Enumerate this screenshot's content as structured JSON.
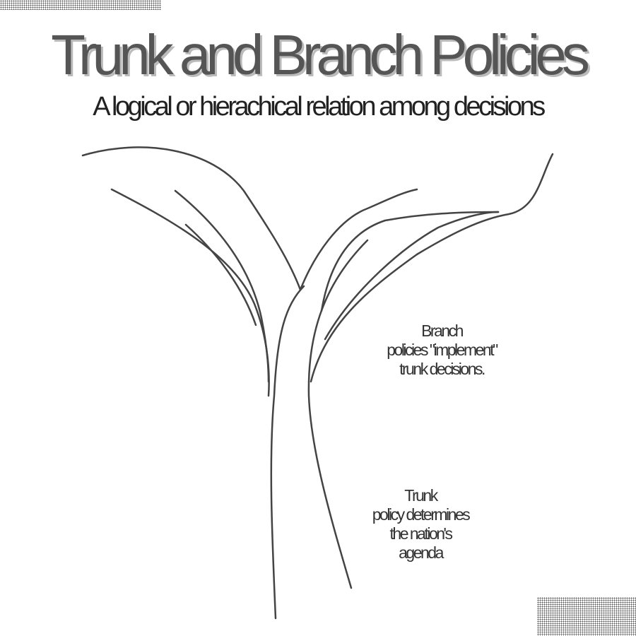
{
  "title": "Trunk and Branch Policies",
  "subtitle": "A logical or hierachical relation among decisions",
  "annotations": {
    "branch": [
      "Branch",
      "policies \"implement\"",
      "trunk decisions."
    ],
    "trunk": [
      "Trunk",
      "policy determines",
      "the nation's",
      "agenda"
    ]
  },
  "colors": {
    "line": "#444444",
    "title": "#555555"
  }
}
